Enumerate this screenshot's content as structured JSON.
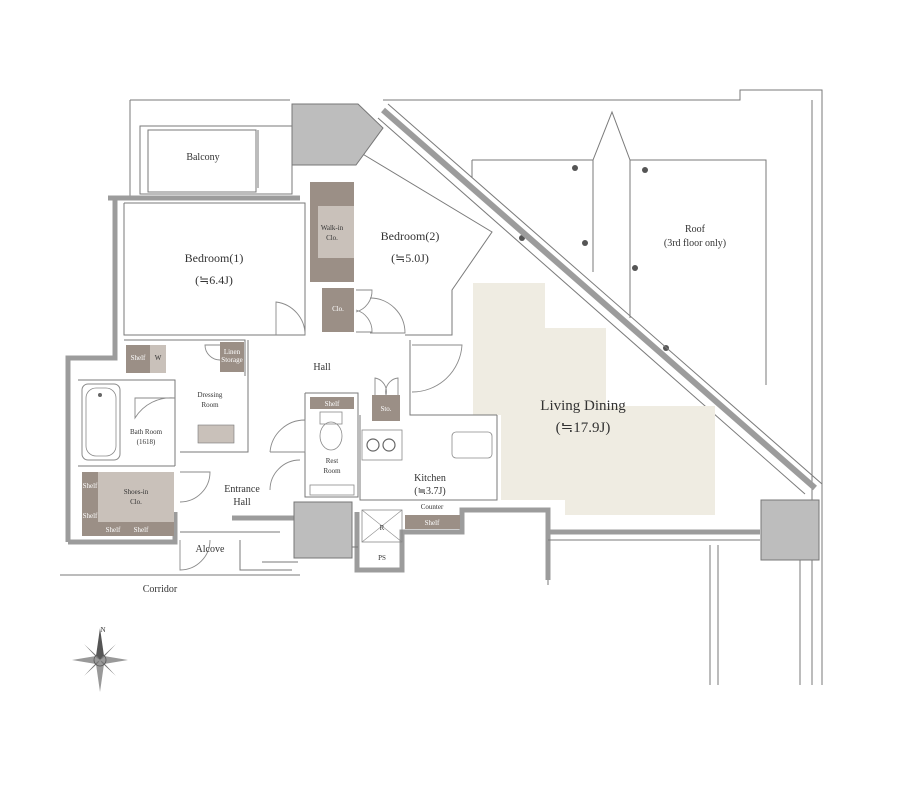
{
  "rooms": {
    "balcony": "Balcony",
    "bedroom1_name": "Bedroom(1)",
    "bedroom1_size": "(≒6.4J)",
    "bedroom2_name": "Bedroom(2)",
    "bedroom2_size": "(≒5.0J)",
    "walkin_line1": "Walk-in",
    "walkin_line2": "Clo.",
    "clo": "Clo.",
    "roof_line1": "Roof",
    "roof_line2": "(3rd floor only)",
    "hall": "Hall",
    "living_name": "Living Dining",
    "living_size": "(≒17.9J)",
    "shelf": "Shelf",
    "w": "W",
    "linen_line1": "Linen",
    "linen_line2": "Storage",
    "dressing_line1": "Dressing",
    "dressing_line2": "Room",
    "sto": "Sto.",
    "bath_line1": "Bath Room",
    "bath_line2": "(1618)",
    "rest_line1": "Rest",
    "rest_line2": "Room",
    "kitchen_name": "Kitchen",
    "kitchen_size": "(≒3.7J)",
    "counter": "Counter",
    "kitchen_shelf": "Shelf",
    "r": "R",
    "ps": "PS",
    "shoes_line1": "Shoes-in",
    "shoes_line2": "Clo.",
    "shoes_shelf": "Shelf",
    "entrance_line1": "Entrance",
    "entrance_line2": "Hall",
    "alcove": "Alcove",
    "corridor": "Corridor"
  },
  "compass": {
    "north": "N"
  },
  "colors": {
    "wall": "#9c9c9c",
    "furniture": "#9b8f86",
    "living_floor": "#efece2",
    "text": "#333333"
  }
}
